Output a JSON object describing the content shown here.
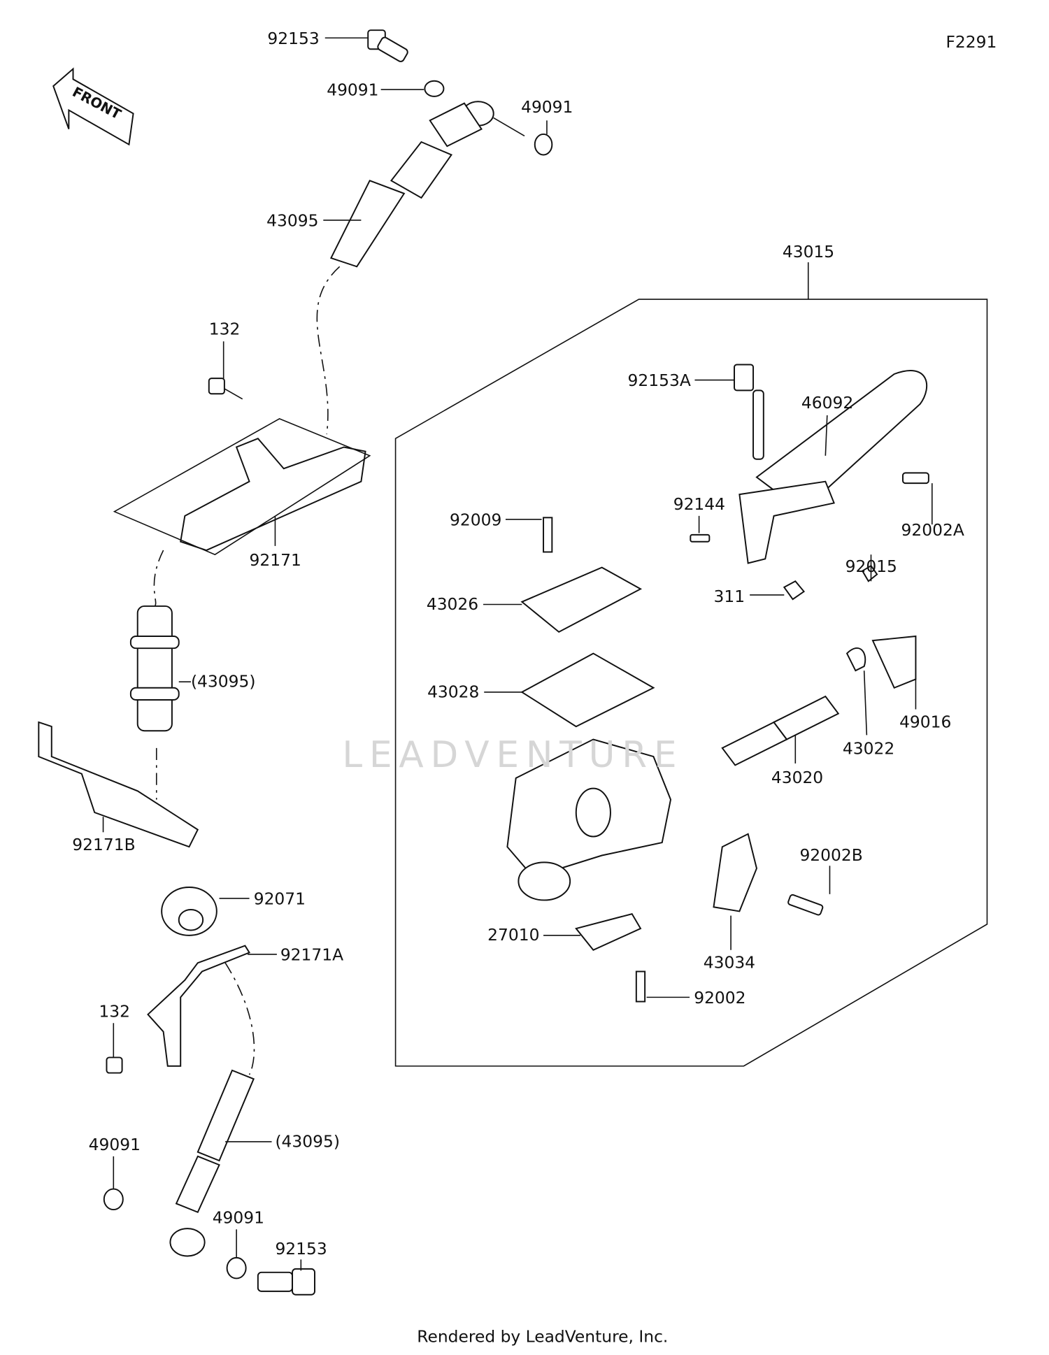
{
  "diagram_id": "F2291",
  "footer": "Rendered by LeadVenture, Inc.",
  "watermark": "LEADVENTURE",
  "front_arrow": "FRONT",
  "labels": [
    "92153",
    "49091",
    "49091",
    "43095",
    "43015",
    "132",
    "92153A",
    "46092",
    "92009",
    "92144",
    "92002A",
    "92171",
    "92015",
    "311",
    "43026",
    "(43095)",
    "43028",
    "49016",
    "43022",
    "92171B",
    "43020",
    "92002B",
    "92071",
    "27010",
    "92171A",
    "43034",
    "132",
    "92002",
    "(43095)",
    "49091",
    "49091",
    "92153"
  ]
}
